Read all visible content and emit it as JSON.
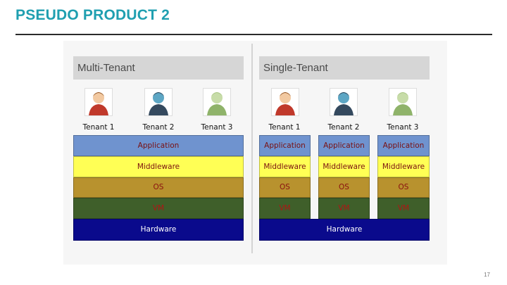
{
  "slide": {
    "title": "PSEUDO PRODUCT 2",
    "page_number": "17"
  },
  "multi": {
    "header": "Multi-Tenant",
    "tenants": [
      "Tenant 1",
      "Tenant 2",
      "Tenant 3"
    ],
    "layers": {
      "application": "Application",
      "middleware": "Middleware",
      "os": "OS",
      "vm": "VM",
      "hardware": "Hardware"
    }
  },
  "single": {
    "header": "Single-Tenant",
    "tenants": [
      "Tenant 1",
      "Tenant 2",
      "Tenant 3"
    ],
    "stacks": [
      {
        "application": "Application",
        "middleware": "Middleware",
        "os": "OS",
        "vm": "VM"
      },
      {
        "application": "Application",
        "middleware": "Middleware",
        "os": "OS",
        "vm": "VM"
      },
      {
        "application": "Application",
        "middleware": "Middleware",
        "os": "OS",
        "vm": "VM"
      }
    ],
    "hardware": "Hardware"
  },
  "colors": {
    "title": "#1f9fb0",
    "application": "#6f93cf",
    "middleware": "#ffff55",
    "os": "#b8922e",
    "vm": "#3f5f2a",
    "hardware": "#0a0a8c",
    "tenant_1": "#c0392b",
    "tenant_2": "#34495e",
    "tenant_3": "#8fb36a"
  },
  "icons": [
    "person-icon-red",
    "person-icon-slate",
    "person-icon-green"
  ]
}
